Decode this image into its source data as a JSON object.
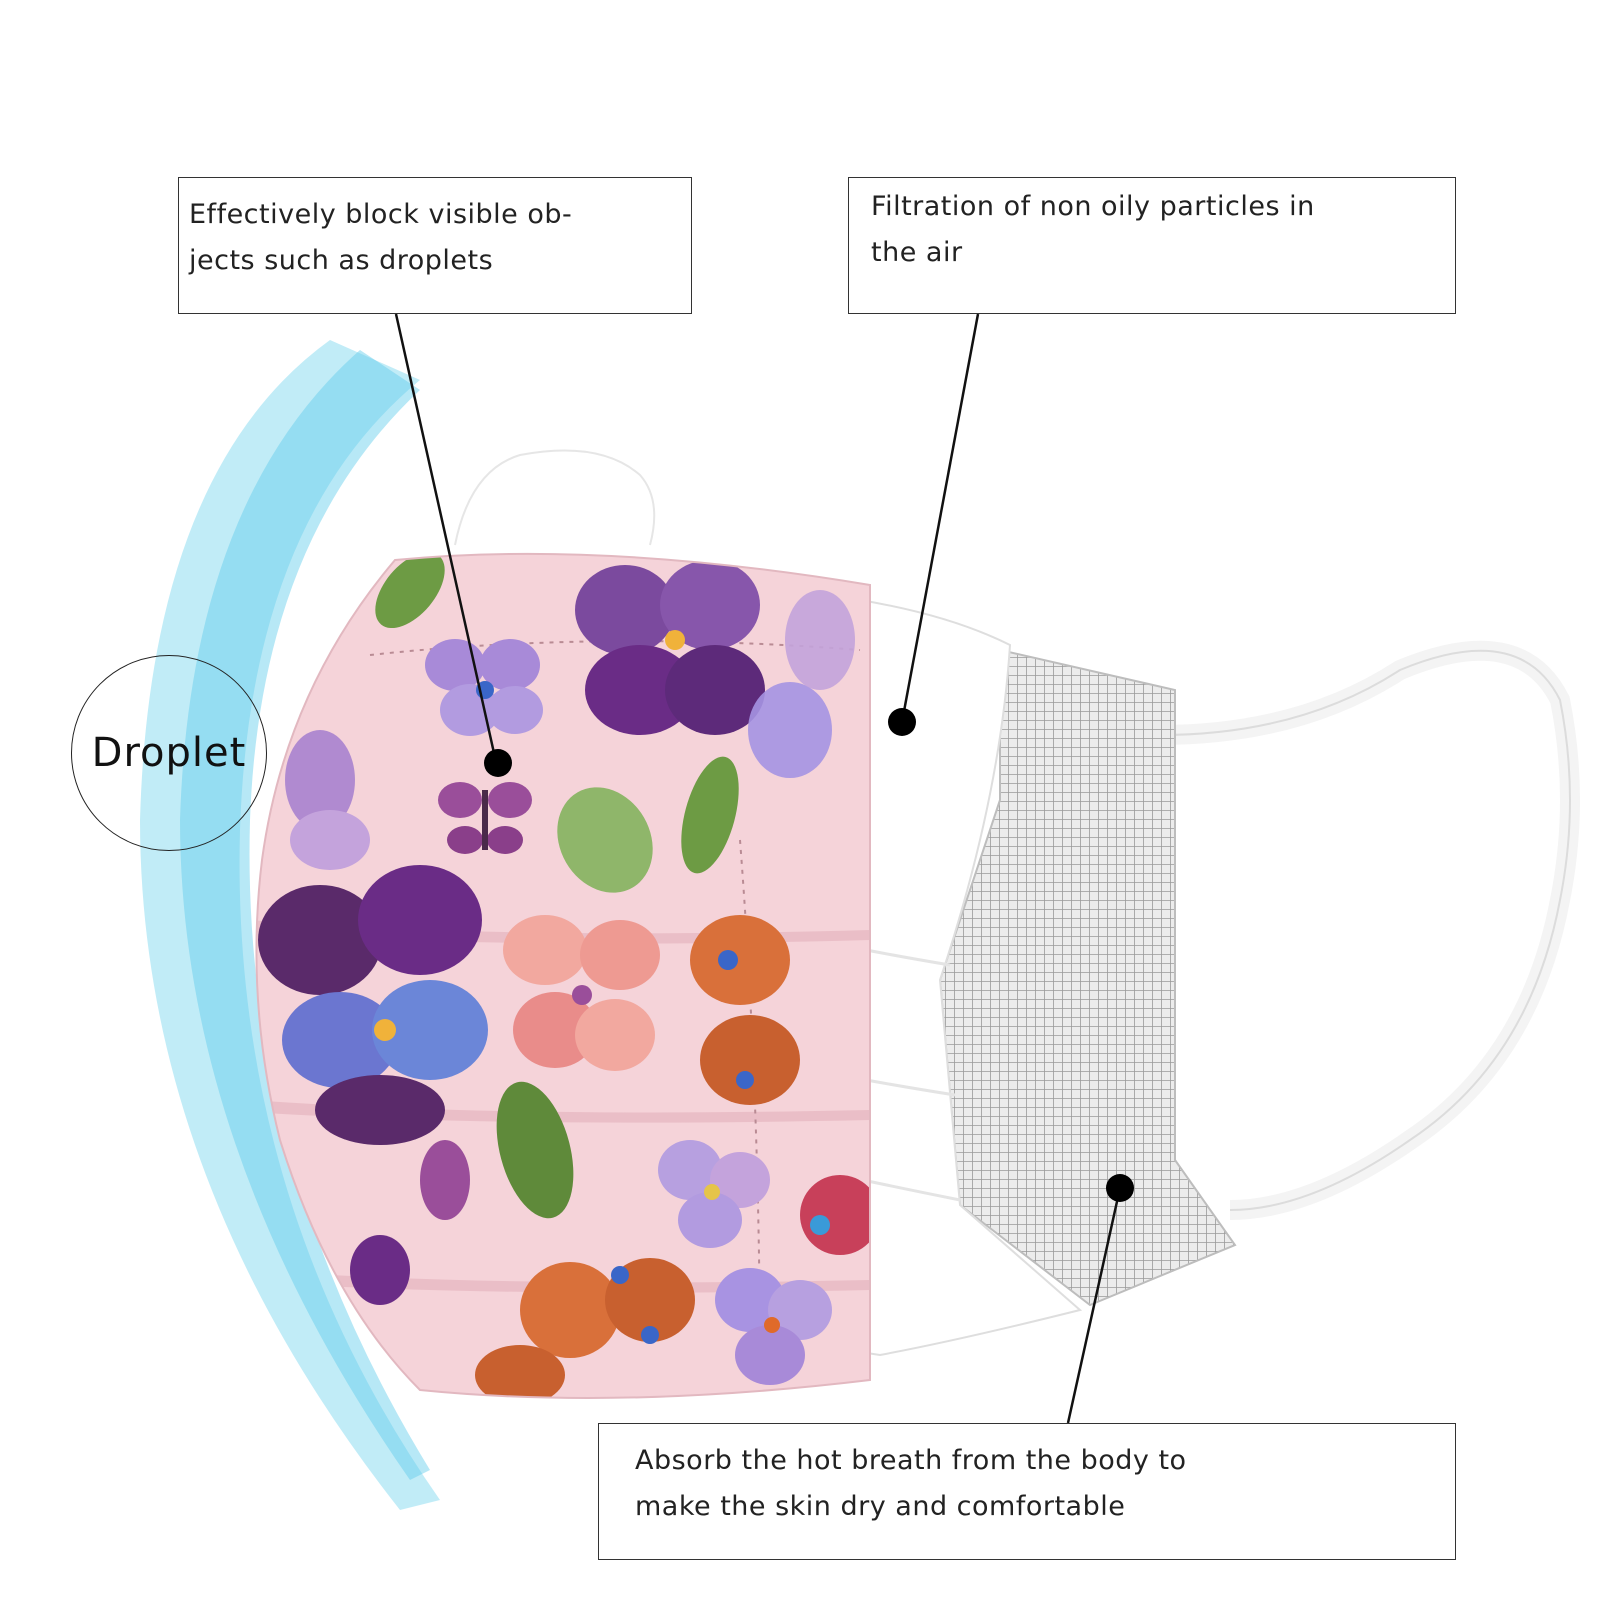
{
  "callouts": [
    {
      "id": "outer-layer",
      "lines": [
        "Effectively block visible ob-",
        "jects such as droplets"
      ]
    },
    {
      "id": "middle-layer",
      "lines": [
        "Filtration of non oily particles in",
        "the air"
      ]
    },
    {
      "id": "inner-layer",
      "lines": [
        "Absorb the hot breath from the body to",
        "make the skin dry and comfortable"
      ]
    }
  ],
  "droplet_label": "Droplet",
  "colors": {
    "mask_pink": "#f5d3d9",
    "filter_white": "#ffffff",
    "inner_grey": "#b8b8b8",
    "droplet_blue": "#7fd7ef",
    "pansy_purple": "#6a2c86",
    "violet_lilac": "#a88ad8",
    "butterfly_orange": "#d9703a",
    "leaf_green": "#5f8a3a"
  }
}
